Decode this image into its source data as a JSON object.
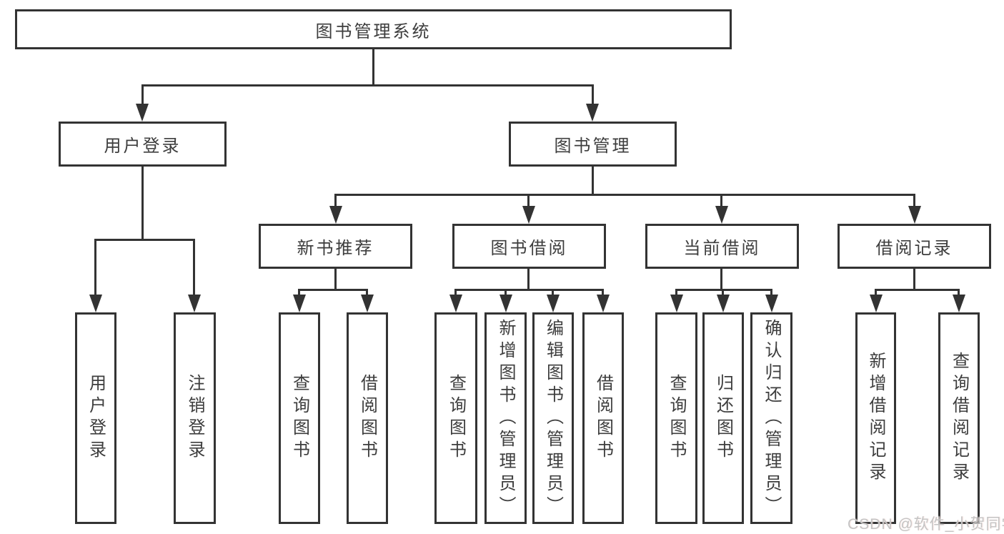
{
  "diagram_title": "图书管理系统",
  "tree": {
    "label": "图书管理系统",
    "children": [
      {
        "label": "用户登录",
        "children": [
          {
            "label": "用户登录"
          },
          {
            "label": "注销登录"
          }
        ]
      },
      {
        "label": "图书管理",
        "children": [
          {
            "label": "新书推荐",
            "children": [
              {
                "label": "查询图书"
              },
              {
                "label": "借阅图书"
              }
            ]
          },
          {
            "label": "图书借阅",
            "children": [
              {
                "label": "查询图书"
              },
              {
                "label": "新增图书（管理员）"
              },
              {
                "label": "编辑图书（管理员）"
              },
              {
                "label": "借阅图书"
              }
            ]
          },
          {
            "label": "当前借阅",
            "children": [
              {
                "label": "查询图书"
              },
              {
                "label": "归还图书"
              },
              {
                "label": "确认归还（管理员）"
              }
            ]
          },
          {
            "label": "借阅记录",
            "children": [
              {
                "label": "新增借阅记录"
              },
              {
                "label": "查询借阅记录"
              }
            ]
          }
        ]
      }
    ]
  },
  "watermark": "CSDN @软件_小贺同学",
  "colors": {
    "line": "#333333",
    "text": "#3d3d3d",
    "watermark": "#c4c4c4",
    "background": "#ffffff"
  }
}
